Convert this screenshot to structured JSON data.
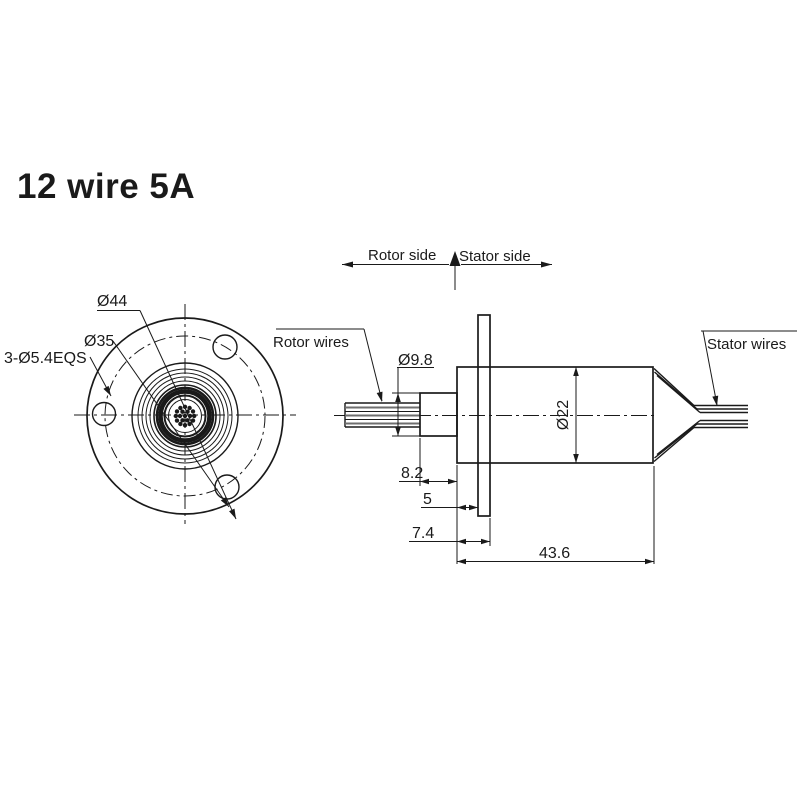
{
  "title": {
    "text": "12 wire 5A",
    "color": "#1b6fb8"
  },
  "header": {
    "rotor_side": "Rotor side",
    "stator_side": "Stator side"
  },
  "front_view": {
    "dim_outer": "Ø44",
    "dim_inner": "Ø35",
    "dim_bolt_holes": "3-Ø5.4EQS"
  },
  "side_view": {
    "rotor_wires_label": "Rotor wires",
    "stator_wires_label": "Stator wires",
    "dims": {
      "shaft_dia": "Ø9.8",
      "body_dia": "Ø22",
      "shaft_len": "8.2",
      "body_to_flange": "5",
      "flange_span": "7.4",
      "body_len": "43.6"
    }
  },
  "colors": {
    "line": "#1a1a1a",
    "accent_blue": "#1b6fb8"
  }
}
